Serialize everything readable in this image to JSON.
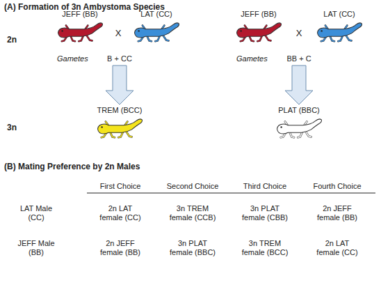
{
  "diagram": {
    "nodes": [
      {
        "text": [
          "JEFF (BB)"
        ]
      },
      {
        "text": [
          "LAT (CC)"
        ]
      },
      {
        "text": [
          "JEFF (BB)"
        ]
      },
      {
        "text": [
          "LAT (CC)"
        ]
      },
      {
        "text": [
          "TREM (BCC)"
        ]
      },
      {
        "text": [
          "PLAT (BBC)"
        ]
      }
    ],
    "labels": [
      "(A) Formation of 3n Ambystoma Species",
      "2n",
      "3n",
      "X",
      "X",
      "Gametes",
      "Gametes",
      "B + CC",
      "BB + C",
      "(B) Mating Preference by 2n Males",
      "First Choice",
      "Second Choice",
      "Third Choice",
      "Fourth Choice",
      "LAT Male (CC)",
      "JEFF Male (BB)",
      "2n LAT female (CC)",
      "3n TREM female (CCB)",
      "3n PLAT female (CBB)",
      "2n JEFF female (BB)",
      "2n JEFF female (BB)",
      "3n PLAT female (BBC)",
      "3n TREM female (BCC)",
      "2n LAT female (CC)"
    ]
  }
}
